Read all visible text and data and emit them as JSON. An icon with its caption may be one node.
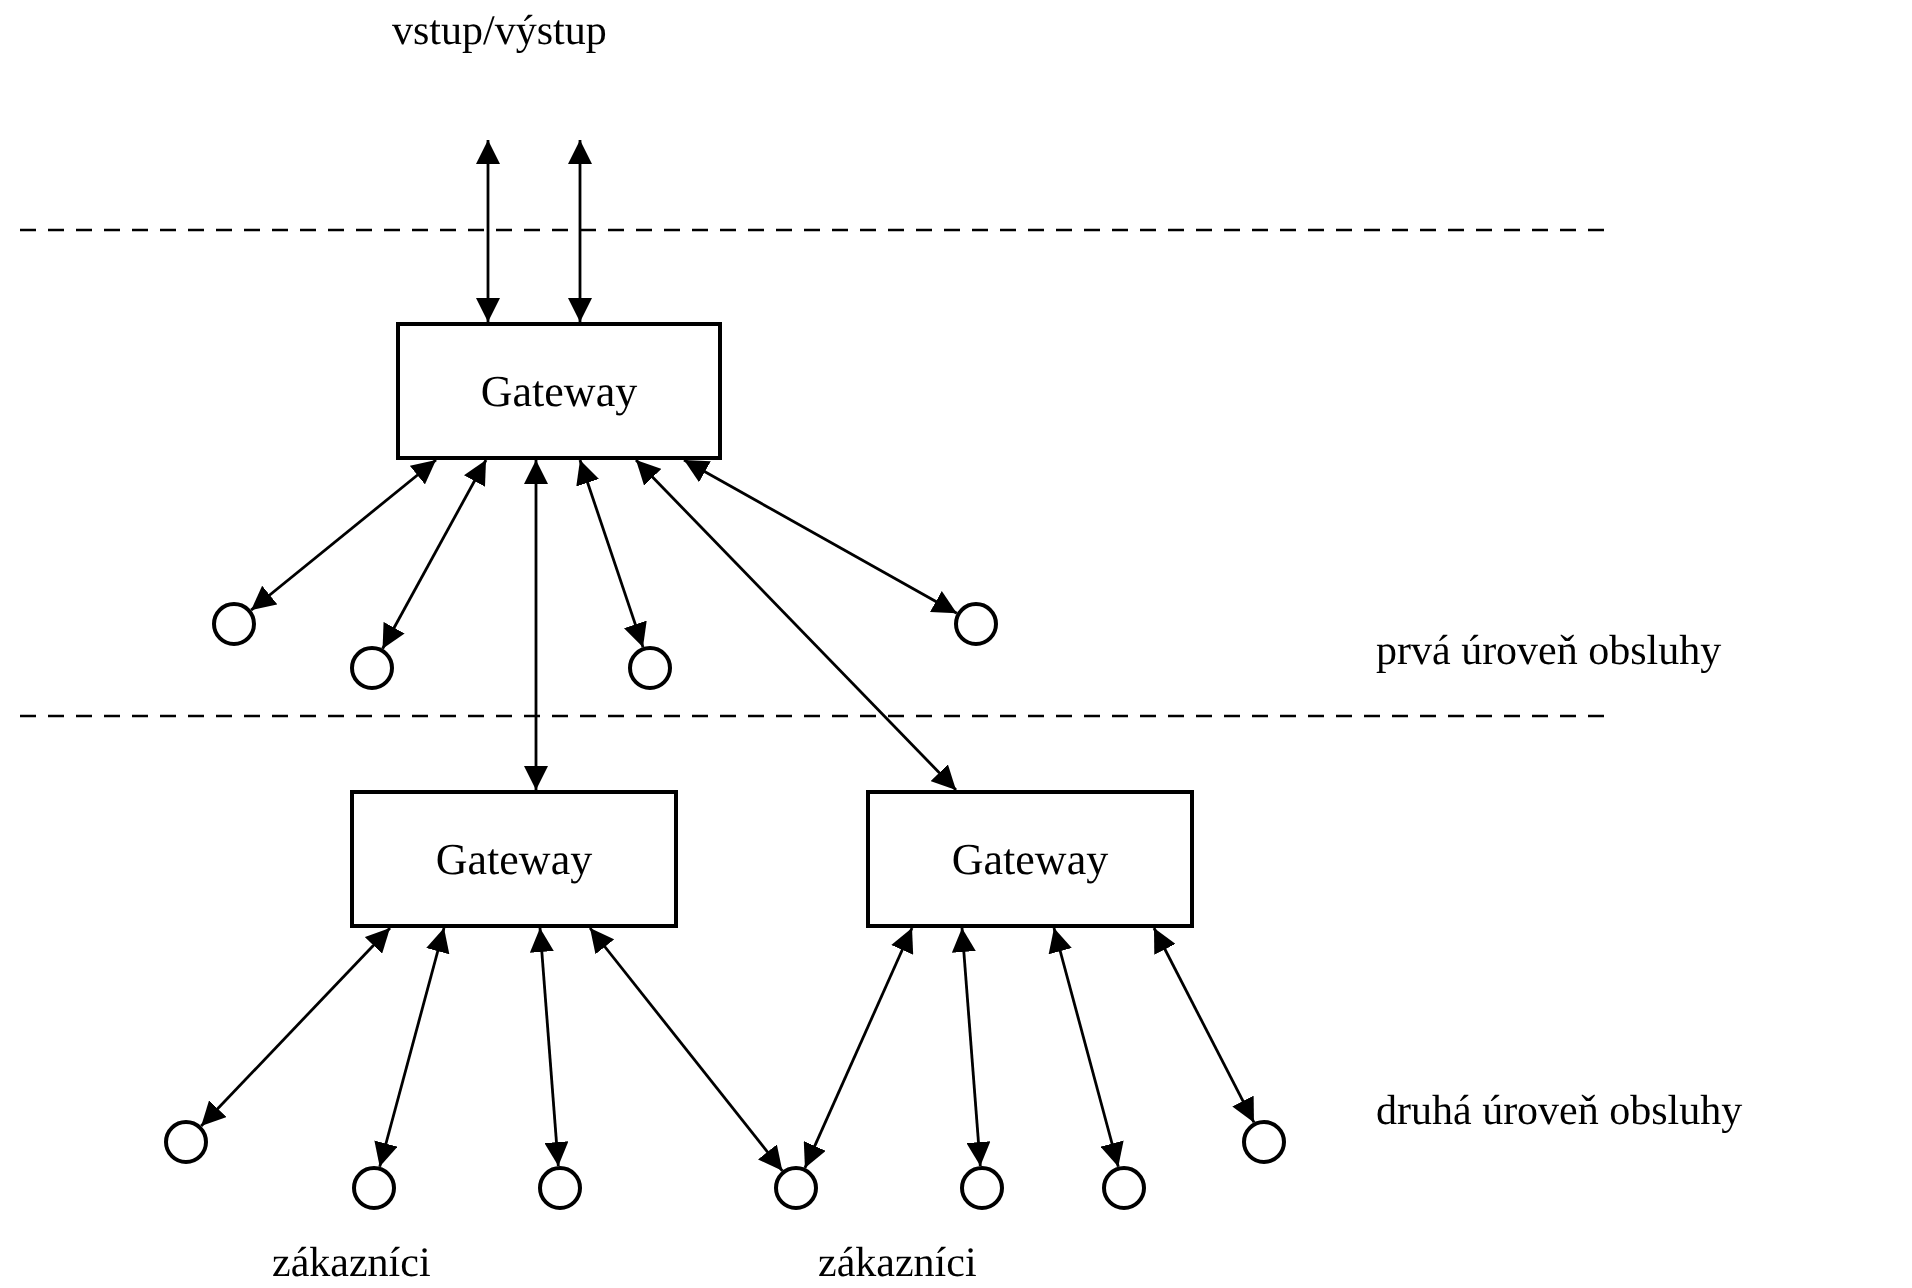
{
  "diagram": {
    "nodes": [
      {
        "text": [
          "Gateway"
        ]
      },
      {
        "text": [],
        "shape": "circle"
      },
      {
        "text": [],
        "shape": "circle"
      },
      {
        "text": [],
        "shape": "circle"
      },
      {
        "text": [],
        "shape": "circle"
      },
      {
        "text": [
          "Gateway"
        ]
      },
      {
        "text": [
          "Gateway"
        ]
      },
      {
        "text": [],
        "shape": "circle"
      },
      {
        "text": [],
        "shape": "circle"
      },
      {
        "text": [],
        "shape": "circle"
      },
      {
        "text": [],
        "shape": "circle"
      },
      {
        "text": [],
        "shape": "circle"
      },
      {
        "text": [],
        "shape": "circle"
      },
      {
        "text": [],
        "shape": "circle"
      }
    ],
    "edges": [
      {
        "from": null,
        "to": 0,
        "arrow": "both"
      },
      {
        "from": null,
        "to": 0,
        "arrow": "both"
      },
      {
        "from": 0,
        "to": 1,
        "arrow": "both"
      },
      {
        "from": 0,
        "to": 2,
        "arrow": "both"
      },
      {
        "from": 0,
        "to": 5,
        "arrow": "both"
      },
      {
        "from": 0,
        "to": 3,
        "arrow": "both"
      },
      {
        "from": 0,
        "to": 6,
        "arrow": "both"
      },
      {
        "from": 0,
        "to": 4,
        "arrow": "both"
      },
      {
        "from": 5,
        "to": 7,
        "arrow": "both"
      },
      {
        "from": 5,
        "to": 8,
        "arrow": "both"
      },
      {
        "from": 5,
        "to": 9,
        "arrow": "both"
      },
      {
        "from": 5,
        "to": 10,
        "arrow": "both"
      },
      {
        "from": 6,
        "to": 10,
        "arrow": "both"
      },
      {
        "from": 6,
        "to": 11,
        "arrow": "both"
      },
      {
        "from": 6,
        "to": 12,
        "arrow": "both"
      },
      {
        "from": 6,
        "to": 13,
        "arrow": "both"
      }
    ],
    "labels": [
      "vstup/výstup",
      "prvá úroveň obsluhy",
      "druhá úroveň obsluhy",
      "zákazníci",
      "zákazníci"
    ]
  }
}
